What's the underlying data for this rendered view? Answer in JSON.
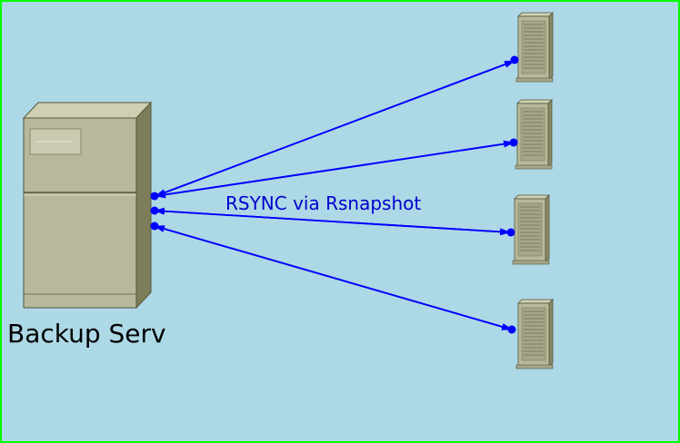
{
  "diagram": {
    "backup_label": "Backup Serv",
    "link_label": "RSYNC via Rsnapshot",
    "colors": {
      "background": "#add8e6",
      "border": "#00ff00",
      "arrow": "#0000ff",
      "link_text": "#0000cc",
      "server_body": "#b8b89b",
      "server_side": "#8a8a66",
      "server_top": "#cfcfb4"
    },
    "nodes": [
      {
        "id": "backup-server",
        "icon": "tower-server-icon"
      },
      {
        "id": "client-server-1",
        "icon": "rack-server-icon"
      },
      {
        "id": "client-server-2",
        "icon": "rack-server-icon"
      },
      {
        "id": "client-server-3",
        "icon": "rack-server-icon"
      },
      {
        "id": "client-server-4",
        "icon": "rack-server-icon"
      }
    ],
    "edges": [
      {
        "from": "backup-server",
        "to": "client-server-1"
      },
      {
        "from": "backup-server",
        "to": "client-server-2"
      },
      {
        "from": "backup-server",
        "to": "client-server-3"
      },
      {
        "from": "backup-server",
        "to": "client-server-4"
      }
    ]
  }
}
